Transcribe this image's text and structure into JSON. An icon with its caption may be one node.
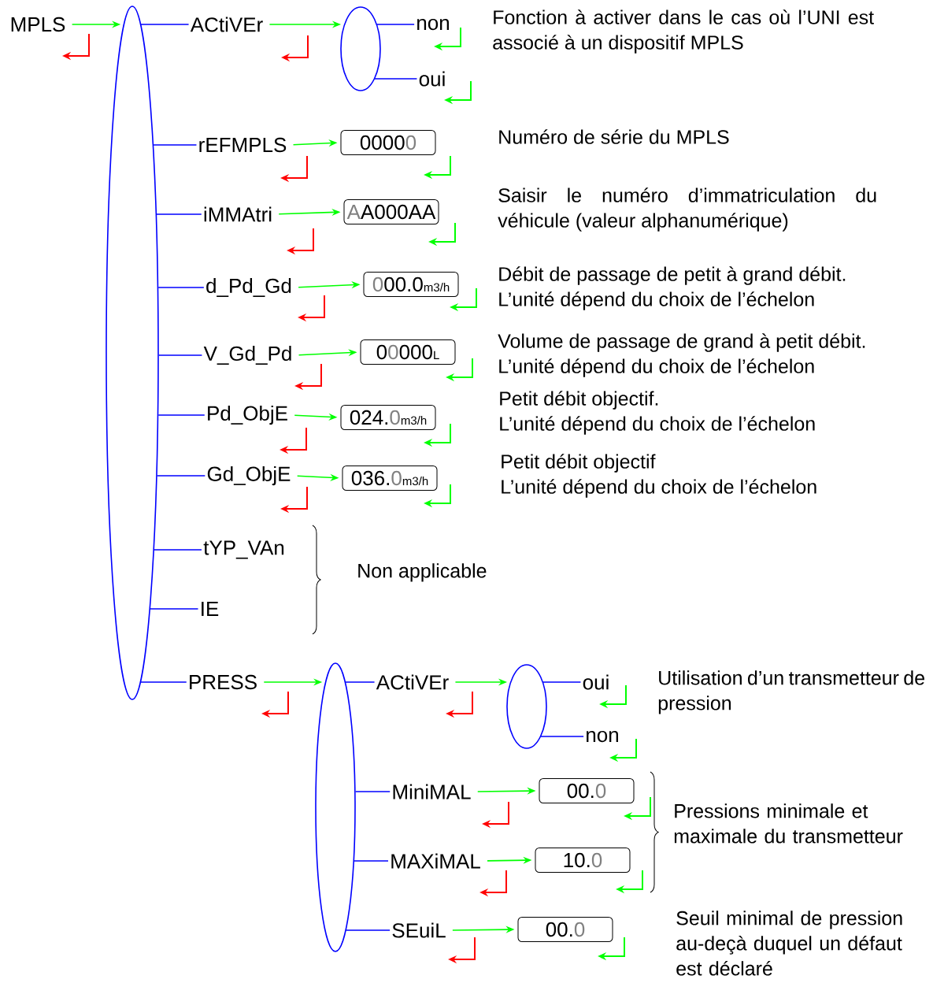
{
  "diagram": {
    "nodes": [
      {
        "text": [
          "MPLS"
        ]
      },
      {
        "text": [],
        "shape": "ellipse"
      },
      {
        "text": [
          "ACtiVEr"
        ]
      },
      {
        "text": [],
        "shape": "ellipse"
      },
      {
        "text": [
          "non"
        ]
      },
      {
        "text": [
          "oui"
        ]
      },
      {
        "text": [
          "rEFMPLS"
        ]
      },
      {
        "text": [
          "0000",
          "0"
        ]
      },
      {
        "text": [
          "iMMAtri"
        ]
      },
      {
        "text": [
          "A",
          "A000AA"
        ]
      },
      {
        "text": [
          "d_Pd_Gd"
        ]
      },
      {
        "text": [
          "0",
          "00.0",
          "m3/h"
        ]
      },
      {
        "text": [
          "V_Gd_Pd"
        ]
      },
      {
        "text": [
          "0",
          "0",
          "000",
          "L"
        ]
      },
      {
        "text": [
          "Pd_ObjE"
        ]
      },
      {
        "text": [
          "024.",
          "0",
          "m3/h"
        ]
      },
      {
        "text": [
          "Gd_ObjE"
        ]
      },
      {
        "text": [
          "036.",
          "0",
          "m3/h"
        ]
      },
      {
        "text": [
          "tYP_VAn"
        ]
      },
      {
        "text": [
          "IE"
        ]
      },
      {
        "text": [
          "PRESS"
        ]
      },
      {
        "text": [],
        "shape": "ellipse"
      },
      {
        "text": [
          "ACtiVEr"
        ]
      },
      {
        "text": [],
        "shape": "ellipse"
      },
      {
        "text": [
          "oui"
        ]
      },
      {
        "text": [
          "non"
        ]
      },
      {
        "text": [
          "MiniMAL"
        ]
      },
      {
        "text": [
          "00.",
          "0"
        ]
      },
      {
        "text": [
          "MAXiMAL"
        ]
      },
      {
        "text": [
          "10.",
          "0"
        ]
      },
      {
        "text": [
          "SEuiL"
        ]
      },
      {
        "text": [
          "00.",
          "0"
        ]
      }
    ],
    "edges": [
      {
        "from": 0,
        "to": 1,
        "arrow": "to",
        "color": "#00ff00"
      },
      {
        "from": 1,
        "to": 2,
        "arrow": "none"
      },
      {
        "from": 2,
        "to": 3,
        "arrow": "to",
        "color": "#00ff00"
      },
      {
        "from": 3,
        "to": 4,
        "arrow": "none"
      },
      {
        "from": 3,
        "to": 5,
        "arrow": "none"
      },
      {
        "from": 1,
        "to": 6,
        "arrow": "none"
      },
      {
        "from": 6,
        "to": 7,
        "arrow": "to",
        "color": "#00ff00"
      },
      {
        "from": 1,
        "to": 8,
        "arrow": "none"
      },
      {
        "from": 8,
        "to": 9,
        "arrow": "to",
        "color": "#00ff00"
      },
      {
        "from": 1,
        "to": 10,
        "arrow": "none"
      },
      {
        "from": 10,
        "to": 11,
        "arrow": "to",
        "color": "#00ff00"
      },
      {
        "from": 1,
        "to": 12,
        "arrow": "none"
      },
      {
        "from": 12,
        "to": 13,
        "arrow": "to",
        "color": "#00ff00"
      },
      {
        "from": 1,
        "to": 14,
        "arrow": "none"
      },
      {
        "from": 14,
        "to": 15,
        "arrow": "to",
        "color": "#00ff00"
      },
      {
        "from": 1,
        "to": 16,
        "arrow": "none"
      },
      {
        "from": 16,
        "to": 17,
        "arrow": "to",
        "color": "#00ff00"
      },
      {
        "from": 1,
        "to": 18,
        "arrow": "none"
      },
      {
        "from": 1,
        "to": 19,
        "arrow": "none"
      },
      {
        "from": 1,
        "to": 20,
        "arrow": "none"
      },
      {
        "from": 20,
        "to": 21,
        "arrow": "to",
        "color": "#00ff00"
      },
      {
        "from": 21,
        "to": 22,
        "arrow": "none"
      },
      {
        "from": 22,
        "to": 23,
        "arrow": "to",
        "color": "#00ff00"
      },
      {
        "from": 23,
        "to": 24,
        "arrow": "none"
      },
      {
        "from": 23,
        "to": 25,
        "arrow": "none"
      },
      {
        "from": 21,
        "to": 26,
        "arrow": "none"
      },
      {
        "from": 26,
        "to": 27,
        "arrow": "to",
        "color": "#00ff00"
      },
      {
        "from": 21,
        "to": 28,
        "arrow": "none"
      },
      {
        "from": 28,
        "to": 29,
        "arrow": "to",
        "color": "#00ff00"
      },
      {
        "from": 21,
        "to": 30,
        "arrow": "none"
      },
      {
        "from": 30,
        "to": 31,
        "arrow": "to",
        "color": "#00ff00"
      }
    ],
    "labels": [
      "Fonction à activer dans le cas où l’UNI est associé à un dispositif MPLS",
      "Numéro de série du MPLS",
      "Saisir le numéro d’immatriculation du véhicule (valeur alphanumérique)",
      "Débit de passage de petit à grand débit.",
      "L’unité dépend du choix de l’échelon",
      "Volume de passage de grand à petit débit.",
      "L’unité dépend du choix de l’échelon",
      "Petit débit objectif.",
      "L’unité dépend du choix de l’échelon",
      "Petit débit objectif",
      "L’unité dépend du choix de l’échelon",
      "Non applicable",
      "Utilisation d’un transmetteur de pression",
      "Pressions minimale et maximale du transmetteur",
      "Seuil minimal de pression au-deçà duquel un défaut est déclaré"
    ]
  }
}
